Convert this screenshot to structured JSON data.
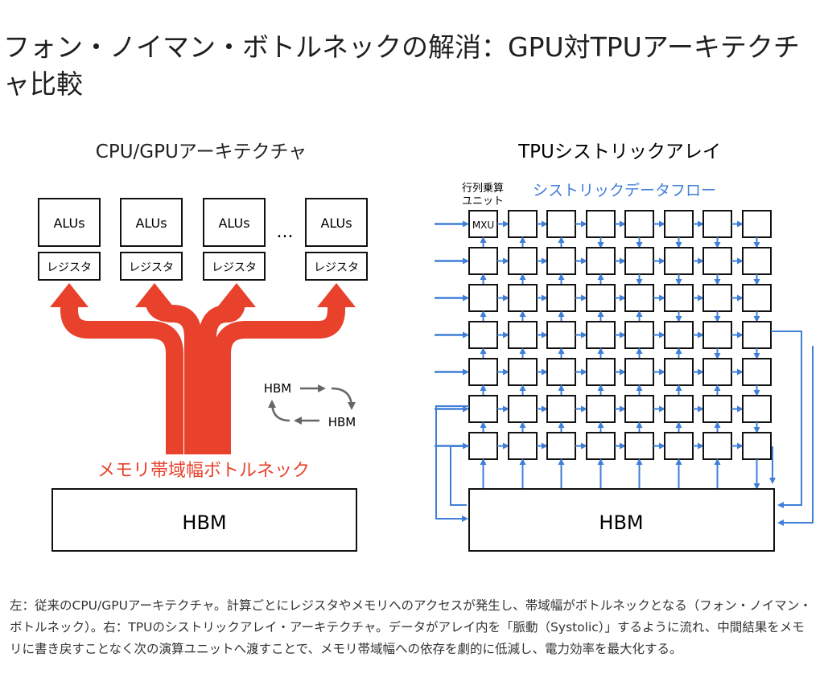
{
  "title": "フォン・ノイマン・ボトルネックの解消：GPU対TPUアーキテクチャ比較",
  "left": {
    "heading": "CPU/GPUアーキテクチャ",
    "alu_label": "ALUs",
    "register_label": "レジスタ",
    "ellipsis": "...",
    "bottleneck_label": "メモリ帯域幅ボトルネック",
    "hbm_label": "HBM",
    "loop_labels": [
      "HBM",
      "HBM"
    ]
  },
  "right": {
    "heading": "TPUシストリックアレイ",
    "mxu_caption_line1": "行列乗算",
    "mxu_caption_line2": "ユニット",
    "flow_label": "シストリックデータフロー",
    "mxu_label": "MXU",
    "hbm_label": "HBM"
  },
  "colors": {
    "red": "#e8412c",
    "blue": "#3f7fd8",
    "gray": "#666666"
  },
  "caption": "左：従来のCPU/GPUアーキテクチャ。計算ごとにレジスタやメモリへのアクセスが発生し、帯域幅がボトルネックとなる（フォン・ノイマン・ボトルネック）。右：TPUのシストリックアレイ・アーキテクチャ。データがアレイ内を「脈動（Systolic）」するように流れ、中間結果をメモリに書き戻すことなく次の演算ユニットへ渡すことで、メモリ帯域幅への依存を劇的に低減し、電力効率を最大化する。"
}
